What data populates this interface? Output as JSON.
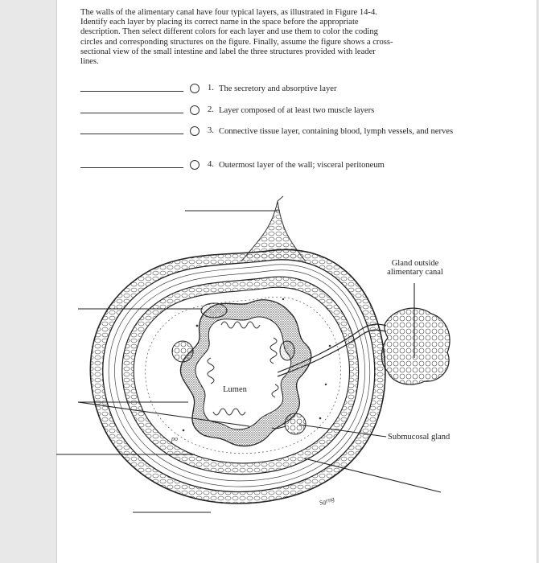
{
  "instructions": "The walls of the alimentary canal have four typical layers, as illustrated in Figure 14-4. Identify each layer by placing its correct name in the space before the appropriate description. Then select different colors for each layer and use them to color the coding circles and corresponding structures on the figure. Finally, assume the figure shows a cross-sectional view of the small intestine and label the three structures provided with leader lines.",
  "questions": [
    {
      "num": "1.",
      "text": "The secretory and absorptive layer"
    },
    {
      "num": "2.",
      "text": "Layer composed of at least two muscle layers"
    },
    {
      "num": "3.",
      "text": "Connective tissue layer, containing blood, lymph vessels, and nerves"
    },
    {
      "num": "4.",
      "text": "Outermost layer of the wall; visceral peritoneum"
    }
  ],
  "figure": {
    "lumen": "Lumen",
    "gland_outside_line1": "Gland outside",
    "gland_outside_line2": "alimentary canal",
    "submucosal_gland": "Submucosal gland"
  }
}
